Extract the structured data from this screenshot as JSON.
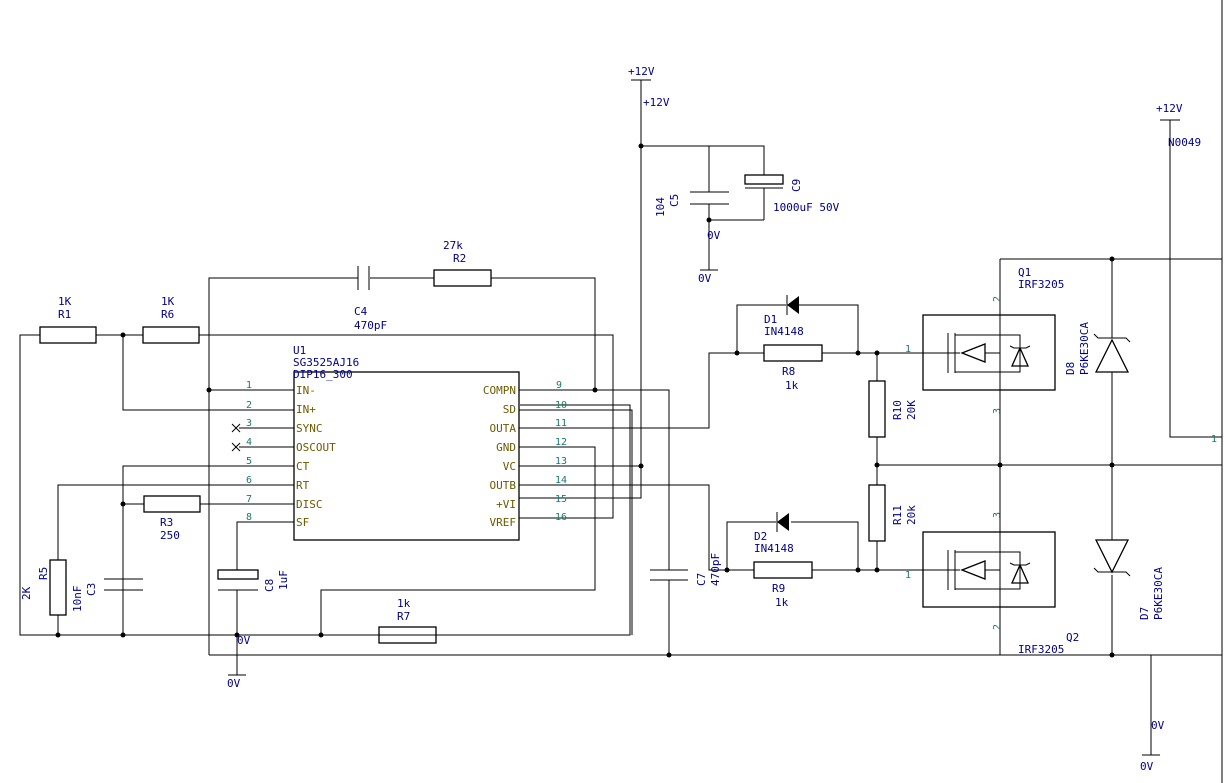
{
  "power": {
    "vcc": "+12V",
    "gnd": "0V",
    "net": "N0049"
  },
  "ic": {
    "ref": "U1",
    "part": "SG3525AJ16",
    "package": "DIP16_300",
    "left_pins": [
      {
        "num": "1",
        "name": "IN-"
      },
      {
        "num": "2",
        "name": "IN+"
      },
      {
        "num": "3",
        "name": "SYNC"
      },
      {
        "num": "4",
        "name": "OSCOUT"
      },
      {
        "num": "5",
        "name": "CT"
      },
      {
        "num": "6",
        "name": "RT"
      },
      {
        "num": "7",
        "name": "DISC"
      },
      {
        "num": "8",
        "name": "SF"
      }
    ],
    "right_pins": [
      {
        "num": "9",
        "name": "COMPN"
      },
      {
        "num": "10",
        "name": "SD"
      },
      {
        "num": "11",
        "name": "OUTA"
      },
      {
        "num": "12",
        "name": "GND"
      },
      {
        "num": "13",
        "name": "VC"
      },
      {
        "num": "14",
        "name": "OUTB"
      },
      {
        "num": "15",
        "name": "+VI"
      },
      {
        "num": "16",
        "name": "VREF"
      }
    ]
  },
  "components": {
    "R1": {
      "ref": "R1",
      "value": "1K"
    },
    "R6": {
      "ref": "R6",
      "value": "1K"
    },
    "R2": {
      "ref": "R2",
      "value": "27k"
    },
    "C4": {
      "ref": "C4",
      "value": "470pF"
    },
    "R3": {
      "ref": "R3",
      "value": "250"
    },
    "R5": {
      "ref": "R5",
      "value": "2K"
    },
    "C3": {
      "ref": "C3",
      "value": "10nF"
    },
    "C8": {
      "ref": "C8",
      "value": "1uF"
    },
    "R7": {
      "ref": "R7",
      "value": "1k"
    },
    "C5": {
      "ref": "C5",
      "value": "104"
    },
    "C9": {
      "ref": "C9",
      "value": "1000uF 50V"
    },
    "C7": {
      "ref": "C7",
      "value": "470pF"
    },
    "D1": {
      "ref": "D1",
      "value": "IN4148"
    },
    "D2": {
      "ref": "D2",
      "value": "IN4148"
    },
    "R8": {
      "ref": "R8",
      "value": "1k"
    },
    "R9": {
      "ref": "R9",
      "value": "1k"
    },
    "R10": {
      "ref": "R10",
      "value": "20K"
    },
    "R11": {
      "ref": "R11",
      "value": "20k"
    },
    "Q1": {
      "ref": "Q1",
      "value": "IRF3205",
      "pin_gate": "1",
      "pin_drain": "2",
      "pin_source": "3"
    },
    "Q2": {
      "ref": "Q2",
      "value": "IRF3205",
      "pin_gate": "1",
      "pin_drain": "3",
      "pin_source": "2"
    },
    "D8": {
      "ref": "D8",
      "value": "P6KE30CA"
    },
    "D7": {
      "ref": "D7",
      "value": "P6KE30CA"
    }
  },
  "edge_pin": "1"
}
